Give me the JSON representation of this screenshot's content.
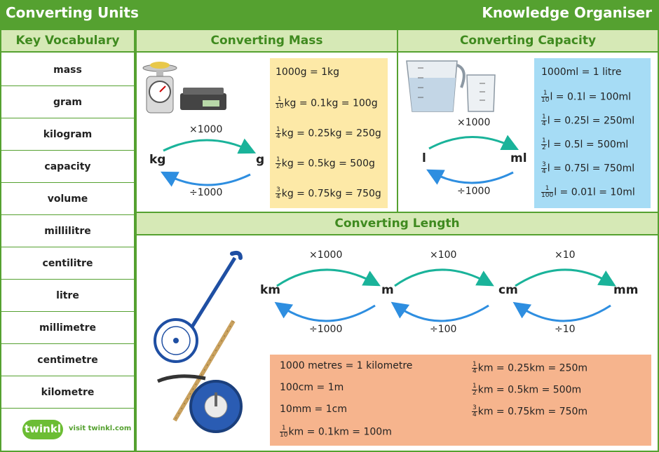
{
  "header": {
    "title_left": "Converting Units",
    "title_right": "Knowledge Organiser"
  },
  "vocab": {
    "heading": "Key Vocabulary",
    "items": [
      "mass",
      "gram",
      "kilogram",
      "capacity",
      "volume",
      "millilitre",
      "centilitre",
      "litre",
      "millimetre",
      "centimetre",
      "kilometre"
    ]
  },
  "logo": {
    "brand": "twinkl",
    "url_text": "visit twinkl.com"
  },
  "mass": {
    "heading": "Converting Mass",
    "unit_left": "kg",
    "unit_right": "g",
    "multiply": "×1000",
    "divide": "÷1000",
    "facts": [
      {
        "frac": null,
        "text": "1000g = 1kg"
      },
      {
        "frac": [
          "1",
          "10"
        ],
        "text": "kg = 0.1kg = 100g"
      },
      {
        "frac": [
          "1",
          "4"
        ],
        "text": "kg = 0.25kg = 250g"
      },
      {
        "frac": [
          "1",
          "2"
        ],
        "text": "kg = 0.5kg = 500g"
      },
      {
        "frac": [
          "3",
          "4"
        ],
        "text": "kg = 0.75kg = 750g"
      }
    ],
    "box_color": "#fde9a7"
  },
  "capacity": {
    "heading": "Converting Capacity",
    "unit_left": "l",
    "unit_right": "ml",
    "multiply": "×1000",
    "divide": "÷1000",
    "facts": [
      {
        "frac": null,
        "text": "1000ml = 1 litre"
      },
      {
        "frac": [
          "1",
          "10"
        ],
        "text": "l = 0.1l = 100ml"
      },
      {
        "frac": [
          "1",
          "4"
        ],
        "text": "l = 0.25l = 250ml"
      },
      {
        "frac": [
          "1",
          "2"
        ],
        "text": "l = 0.5l = 500ml"
      },
      {
        "frac": [
          "3",
          "4"
        ],
        "text": "l = 0.75l = 750ml"
      },
      {
        "frac": [
          "1",
          "100"
        ],
        "text": "l = 0.01l = 10ml"
      }
    ],
    "box_color": "#a6dcf5"
  },
  "length": {
    "heading": "Converting Length",
    "units": [
      "km",
      "m",
      "cm",
      "mm"
    ],
    "multiply": [
      "×1000",
      "×100",
      "×10"
    ],
    "divide": [
      "÷1000",
      "÷100",
      "÷10"
    ],
    "facts_left": [
      {
        "frac": null,
        "text": "1000 metres = 1 kilometre"
      },
      {
        "frac": null,
        "text": "100cm = 1m"
      },
      {
        "frac": null,
        "text": "10mm = 1cm"
      },
      {
        "frac": [
          "1",
          "10"
        ],
        "text": "km = 0.1km = 100m"
      }
    ],
    "facts_right": [
      {
        "frac": [
          "1",
          "4"
        ],
        "text": "km = 0.25km = 250m"
      },
      {
        "frac": [
          "1",
          "2"
        ],
        "text": "km = 0.5km = 500m"
      },
      {
        "frac": [
          "3",
          "4"
        ],
        "text": "km = 0.75km = 750m"
      }
    ],
    "box_color": "#f6b48d"
  },
  "colors": {
    "accent_green": "#55a130",
    "header_tint": "#d6e9b6",
    "arrow_teal": "#1ab39a",
    "arrow_blue": "#2e8ee0"
  }
}
